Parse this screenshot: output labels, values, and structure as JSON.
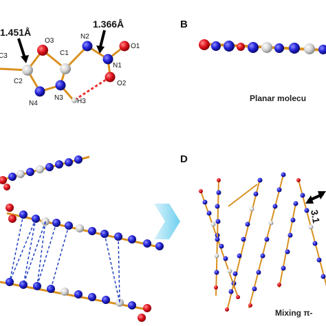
{
  "panels": {
    "b": "B",
    "d": "D"
  },
  "bond_lengths": {
    "c2_o3": "1.451Å",
    "n1_n2": "1.366Å"
  },
  "atom_labels": {
    "c3": "C3",
    "o3": "O3",
    "c2": "C2",
    "c1": "C1",
    "n2": "N2",
    "n1": "N1",
    "o1": "O1",
    "o2": "O2",
    "n3": "N3",
    "h3": "H3",
    "n4": "N4"
  },
  "captions": {
    "b": "Planar molecu",
    "d": "Mixing π-"
  },
  "stack_distance": "3.1"
}
